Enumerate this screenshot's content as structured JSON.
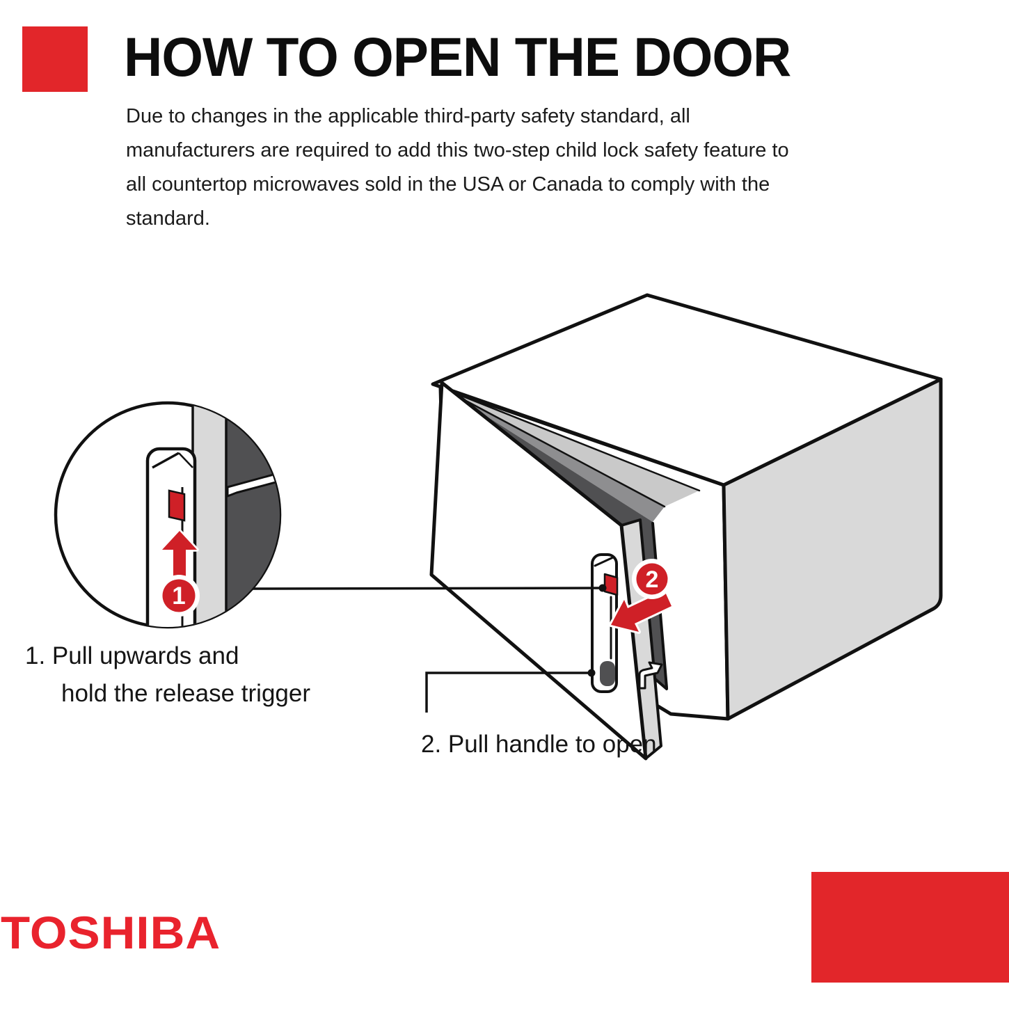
{
  "header": {
    "title": "HOW TO OPEN THE DOOR",
    "intro_lines": [
      "Due to changes in the applicable third-party safety standard, all",
      "manufacturers are required to add this two-step child lock safety feature to",
      "all countertop microwaves sold in the USA or Canada to comply with the",
      "standard."
    ]
  },
  "steps": [
    {
      "number": "1",
      "label_line1": "1. Pull upwards and",
      "label_line2": "hold the release trigger"
    },
    {
      "number": "2",
      "label": "2. Pull handle to open"
    }
  ],
  "diagram": {
    "description": "Isometric line drawing of a countertop microwave with its door open; a magnified circle inset shows the release trigger on the door handle",
    "badge_1": "1",
    "badge_2": "2",
    "icons": [
      "up-arrow-icon",
      "pull-open-arrow-icon",
      "release-trigger",
      "door-handle",
      "door-latch-hook"
    ]
  },
  "footer": {
    "brand": "TOSHIBA"
  },
  "colors": {
    "accent-red": "#e2262a",
    "brand-red": "#e9232d",
    "diagram-red": "#cf2027",
    "outline-black": "#111111",
    "light-gray": "#d9d9d9",
    "mid-gray": "#8e8e90",
    "dark-gray": "#505052"
  }
}
